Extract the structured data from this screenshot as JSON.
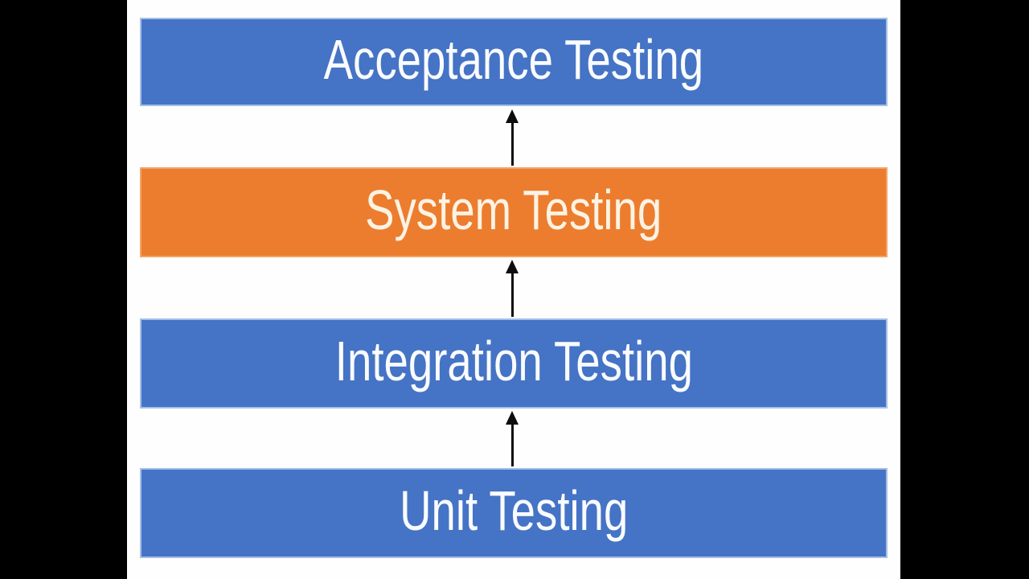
{
  "diagram": {
    "levels": [
      {
        "label": "Acceptance Testing",
        "fill": "#4573C5",
        "border": "#A3C0E6",
        "text_color": "#F9FBFD"
      },
      {
        "label": "System Testing",
        "fill": "#EC7D2F",
        "border": "#F2A468",
        "text_color": "#FBF3E4"
      },
      {
        "label": "Integration Testing",
        "fill": "#4573C5",
        "border": "#A3C0E6",
        "text_color": "#F9FBFD"
      },
      {
        "label": "Unit Testing",
        "fill": "#4573C5",
        "border": "#A3C0E6",
        "text_color": "#F9FBFD"
      }
    ],
    "arrows": {
      "direction": "up",
      "count": 3,
      "color": "#0D0D0D"
    },
    "canvas_background": "#FEFEFE",
    "letterbox_color": "#000000"
  }
}
